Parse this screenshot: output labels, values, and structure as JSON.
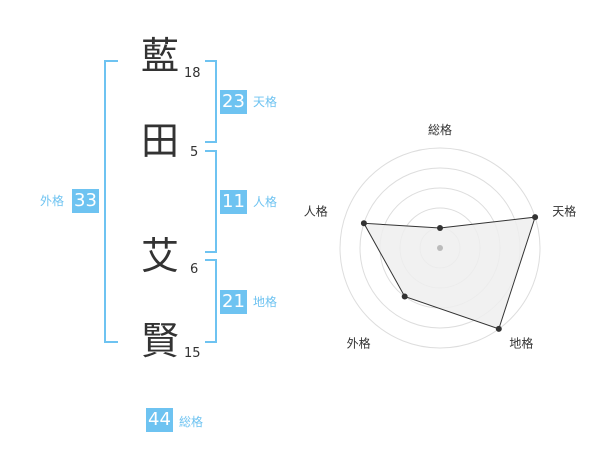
{
  "name": {
    "characters": [
      {
        "char": "藍",
        "strokes": "18"
      },
      {
        "char": "田",
        "strokes": "5"
      },
      {
        "char": "艾",
        "strokes": "6"
      },
      {
        "char": "賢",
        "strokes": "15"
      }
    ]
  },
  "fortunes": {
    "tenkaku": {
      "value": "23",
      "label": "天格"
    },
    "jinkaku": {
      "value": "11",
      "label": "人格"
    },
    "chikaku": {
      "value": "21",
      "label": "地格"
    },
    "gaikaku": {
      "value": "33",
      "label": "外格"
    },
    "soukaku": {
      "value": "44",
      "label": "総格"
    }
  },
  "colors": {
    "accent": "#6ec3f1",
    "text": "#333333",
    "radar_fill": "#eeeeee",
    "radar_grid": "#dddddd"
  },
  "chart_data": {
    "type": "radar",
    "axes": [
      "総格",
      "天格",
      "地格",
      "外格",
      "人格"
    ],
    "values": [
      1,
      5,
      5,
      3,
      4
    ],
    "rlim": [
      0,
      5
    ],
    "rings": 5
  }
}
